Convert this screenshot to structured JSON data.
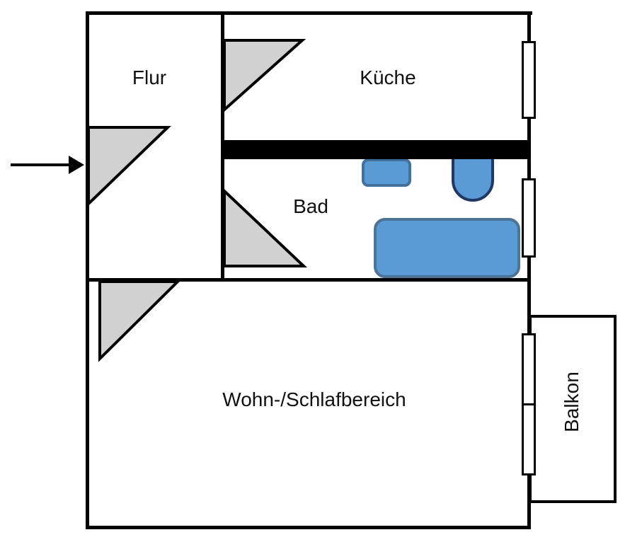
{
  "rooms": {
    "flur": {
      "label": "Flur"
    },
    "kueche": {
      "label": "Küche"
    },
    "bad": {
      "label": "Bad"
    },
    "wohn_schlafbereich": {
      "label": "Wohn-/Schlafbereich"
    },
    "balkon": {
      "label": "Balkon"
    }
  },
  "colors": {
    "wall": "#000000",
    "door_fill": "#d1d1d1",
    "door_stroke": "#000000",
    "fixture_fill": "#5b9bd5",
    "sink_border": "#41719c",
    "toilet_border": "#1f3864",
    "bathtub_border": "#4d7396",
    "background": "#ffffff",
    "arrow": "#000000"
  },
  "icons": {
    "entrance_arrow": "right-arrow"
  },
  "fixtures": [
    "sink",
    "toilet",
    "bathtub"
  ]
}
